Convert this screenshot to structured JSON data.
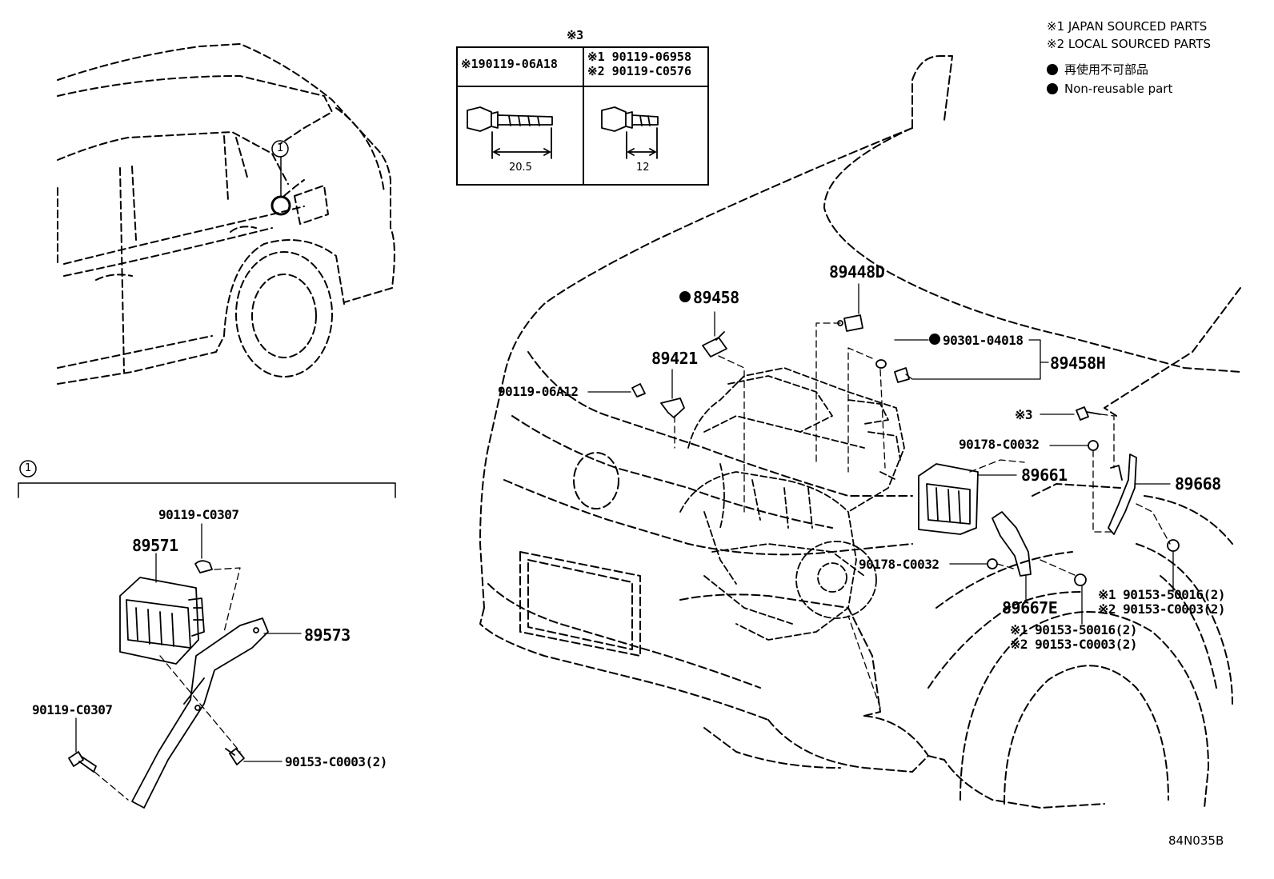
{
  "legend": {
    "japan": "※1 JAPAN SOURCED PARTS",
    "local": "※2 LOCAL SOURCED PARTS",
    "nonreusable_jp": "再使用不可部品",
    "nonreusable_en": "Non-reusable part"
  },
  "bolt_table": {
    "title": "※3",
    "col1_header": "※190119-06A18",
    "col2_header_1": "※1 90119-06958",
    "col2_header_2": "※2 90119-C0576",
    "dim1": "20.5",
    "dim2": "12"
  },
  "callout_number": "1",
  "inset_number": "1",
  "parts": {
    "p89448D": "89448D",
    "p89458": "89458",
    "p89421": "89421",
    "p90301": "90301-04018",
    "p89458H": "89458H",
    "p90119_06A12": "90119-06A12",
    "star3": "※3",
    "p90178_top": "90178-C0032",
    "p89661": "89661",
    "p89668": "89668",
    "p90178_bot": "90178-C0032",
    "p89667E": "89667E",
    "r1_a": "※1 90153-50016(2)",
    "r1_b": "※2 90153-C0003(2)",
    "r2_a": "※1 90153-50016(2)",
    "r2_b": "※2 90153-C0003(2)",
    "p90119_C0307_top": "90119-C0307",
    "p89571": "89571",
    "p89573": "89573",
    "p90119_C0307_bot": "90119-C0307",
    "p90153_C0003": "90153-C0003(2)"
  },
  "figure_code": "84N035B"
}
